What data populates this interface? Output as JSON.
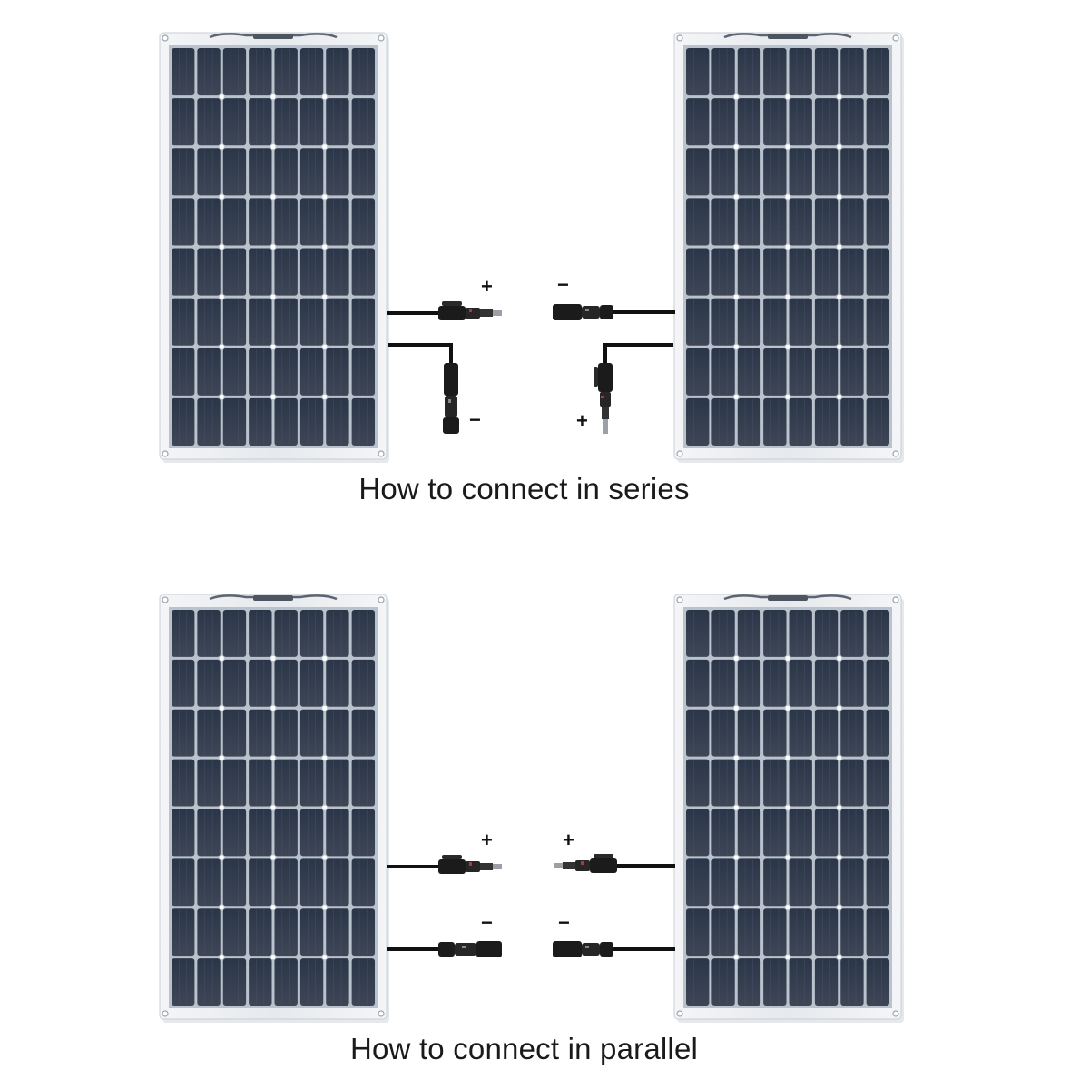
{
  "captions": {
    "series": "How to connect in series",
    "parallel": "How to connect in parallel"
  },
  "panel": {
    "cell_columns": 8,
    "cell_rows": 8,
    "frame_color": "#e9ecef",
    "cell_color_top": "#2a3648",
    "cell_color_bottom": "#3e4656",
    "grid_color": "#b9c2cd"
  },
  "polarity": {
    "plus": "+",
    "minus": "−"
  },
  "cable_color": "#111111",
  "connector_color": "#1b1b1b"
}
